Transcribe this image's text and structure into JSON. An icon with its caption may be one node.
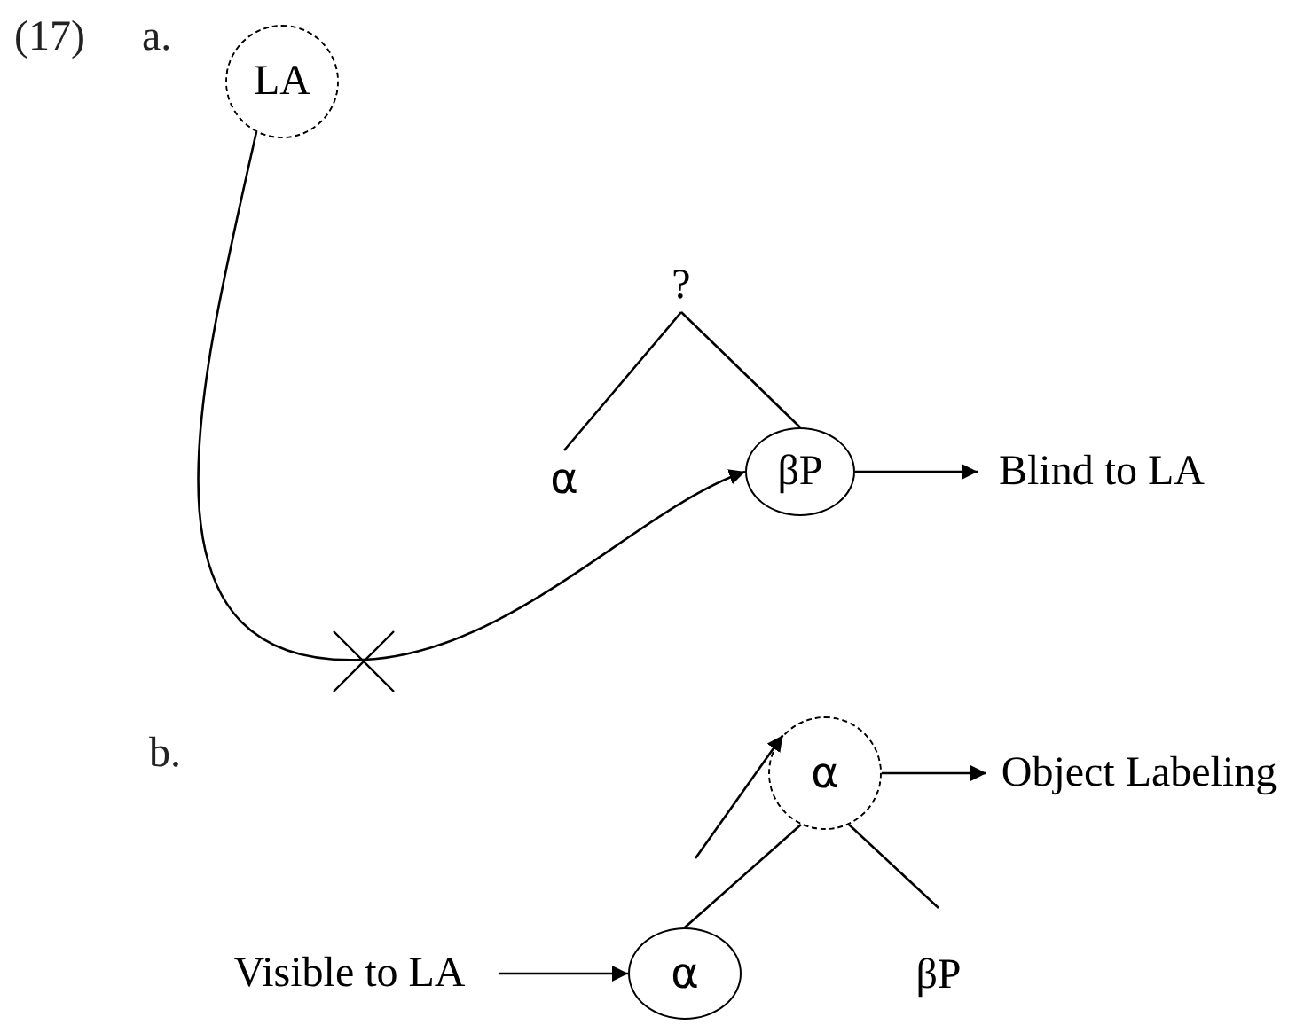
{
  "diagram": {
    "nodes": [
      {
        "text": [
          "LA"
        ]
      },
      {
        "text": [
          "?"
        ]
      },
      {
        "text": [
          "α"
        ]
      },
      {
        "text": [
          "βP"
        ]
      },
      {
        "text": [
          "Blind to LA"
        ]
      },
      {
        "text": [
          "α"
        ]
      },
      {
        "text": [
          "Object Labeling"
        ]
      },
      {
        "text": [
          "Visible to LA"
        ]
      },
      {
        "text": [
          "α"
        ]
      },
      {
        "text": [
          "βP"
        ]
      }
    ],
    "edges": [
      {
        "from": 0,
        "to": 3,
        "arrow": "to"
      },
      {
        "from": 3,
        "to": 4,
        "arrow": "to"
      },
      {
        "from": 1,
        "to": 2,
        "arrow": "none"
      },
      {
        "from": 1,
        "to": 3,
        "arrow": "none"
      },
      {
        "from": 5,
        "to": 6,
        "arrow": "to"
      },
      {
        "from": 7,
        "to": 8,
        "arrow": "to"
      },
      {
        "from": 5,
        "to": 8,
        "arrow": "none"
      },
      {
        "from": 5,
        "to": 9,
        "arrow": "none"
      },
      {
        "from": null,
        "to": 5,
        "arrow": "to"
      }
    ],
    "labels": [
      "(17)",
      "a.",
      "b."
    ]
  }
}
